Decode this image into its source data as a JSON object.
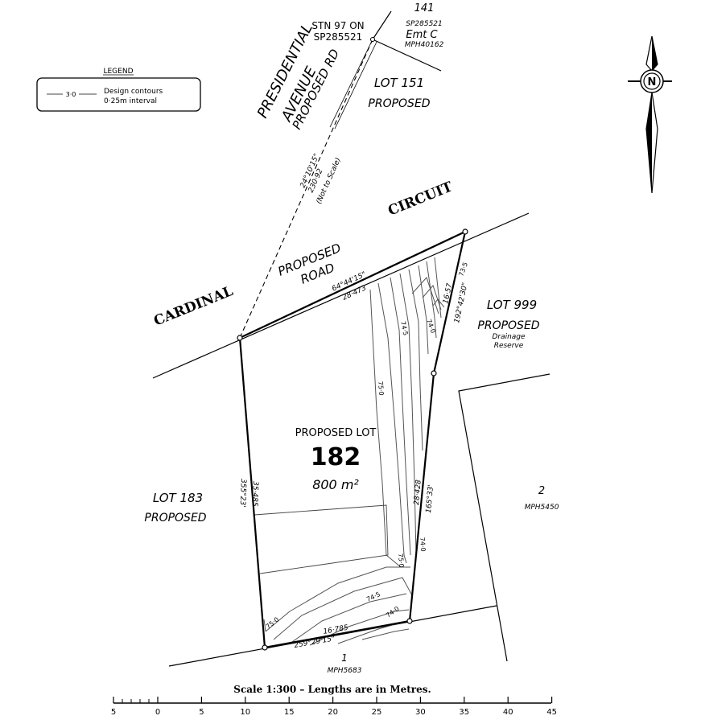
{
  "legend": {
    "title": "LEGEND",
    "sample": "3·0",
    "line1": "Design contours",
    "line2": "0·25m interval"
  },
  "north": {
    "letter": "N"
  },
  "road": {
    "name_1": "PRESIDENTIAL",
    "name_2": "AVENUE",
    "name_3": "PROPOSED RD",
    "circuit_1": "CARDINAL",
    "circuit_2": "CIRCUIT",
    "proposed_road_1": "PROPOSED",
    "proposed_road_2": "ROAD",
    "bearing_dashed": "24°10'15\"",
    "length_dashed": "230·92",
    "not_to_scale": "(Not to Scale)"
  },
  "station": {
    "line1": "STN 97 ON",
    "line2": "SP285521"
  },
  "lots": {
    "lot141_num": "141",
    "lot141_plan": "SP285521",
    "lot141_emt": "Emt C",
    "lot141_mph": "MPH40162",
    "lot151": "LOT 151",
    "lot151_status": "PROPOSED",
    "lot999": "LOT 999",
    "lot999_status": "PROPOSED",
    "lot999_use1": "Drainage",
    "lot999_use2": "Reserve",
    "lot183": "LOT 183",
    "lot183_status": "PROPOSED",
    "lot2_num": "2",
    "lot2_mph": "MPH5450",
    "lot1_num": "1",
    "lot1_mph": "MPH5683"
  },
  "subject_lot": {
    "caption": "PROPOSED LOT",
    "number": "182",
    "area": "800 m²"
  },
  "dimensions": {
    "north_bearing": "64°44'15\"",
    "north_length": "28·473",
    "east_top_length": "16·57",
    "east_top_bearing": "192°42'30\"",
    "east_length": "28·428",
    "east_bearing": "165°33'",
    "south_length": "16·785",
    "south_bearing": "259°29'15\"",
    "west_length": "35·485",
    "west_bearing": "355°23'"
  },
  "contour_labels": {
    "c735": "73·5",
    "c740_top": "74·0",
    "c745_top": "74·5",
    "c750_top": "75·0",
    "c740_right": "74·0",
    "c750_mid": "75·0",
    "c745_bot": "74·5",
    "c740_bot": "74·0",
    "c750_bot": "75·0"
  },
  "scale": {
    "caption": "Scale 1:300 – Lengths are in Metres.",
    "ticks": [
      "5",
      "0",
      "5",
      "10",
      "15",
      "20",
      "25",
      "30",
      "35",
      "40",
      "45"
    ]
  }
}
